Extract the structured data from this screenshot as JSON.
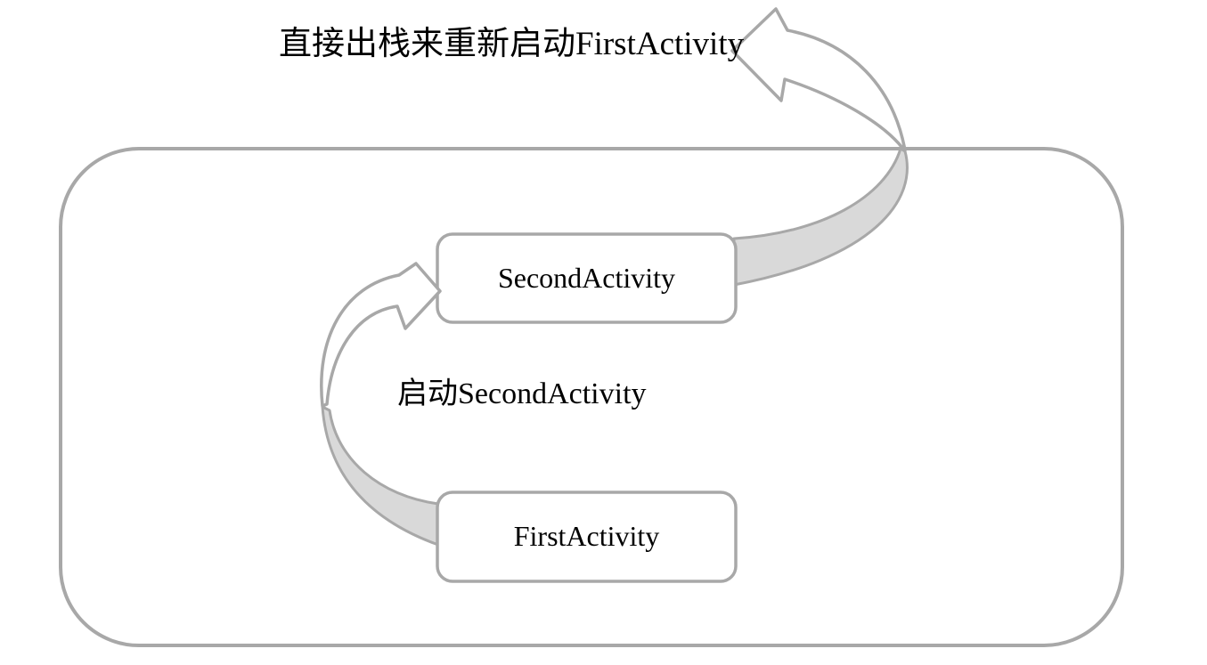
{
  "diagram": {
    "type": "activity-back-stack-diagram",
    "annotations": {
      "pop_restart": "直接出栈来重新启动FirstActivity",
      "launch": "启动SecondActivity"
    },
    "nodes": {
      "second_activity": {
        "label": "SecondActivity"
      },
      "first_activity": {
        "label": "FirstActivity"
      }
    },
    "icons": {
      "pop_restart_arrow": "curved-arrow-up-left-icon",
      "launch_arrow": "curved-arrow-to-right-icon"
    },
    "colors": {
      "outline": "#a8a8a8",
      "arrow_shade": "#d9d9d9",
      "text": "#000000",
      "background": "#ffffff"
    }
  }
}
